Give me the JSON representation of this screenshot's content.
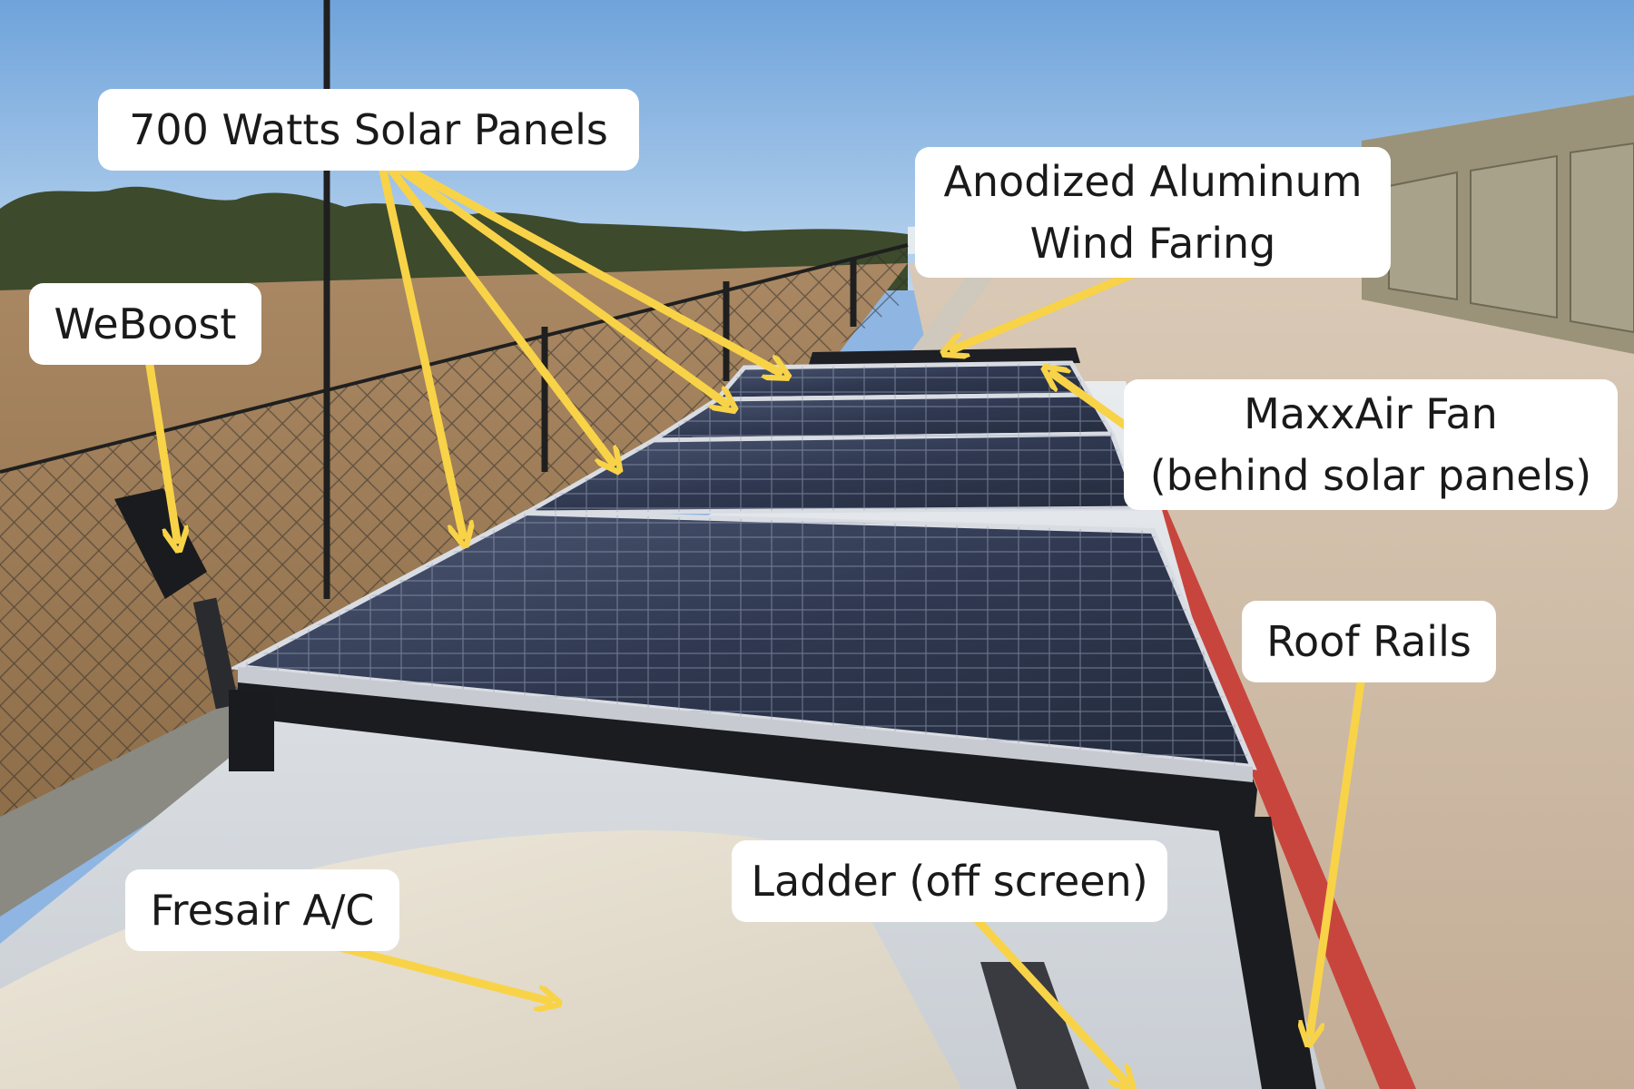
{
  "labels": {
    "solar": "700 Watts Solar Panels",
    "weboost": "WeBoost",
    "fairing_line1": "Anodized Aluminum",
    "fairing_line2": "Wind Faring",
    "fan_line1": "MaxxAir Fan",
    "fan_line2": "(behind solar panels)",
    "rails": "Roof Rails",
    "ladder": "Ladder (off screen)",
    "fresair": "Fresair A/C"
  },
  "colors": {
    "arrow": "#f8d348",
    "label_bg": "#ffffff",
    "label_text": "#1a1a1a",
    "sky": "#8fb6e2",
    "panel": "#2c3347",
    "concrete": "#cdb9a4",
    "field": "#9c7a52",
    "fire_lane": "#c8453d"
  }
}
